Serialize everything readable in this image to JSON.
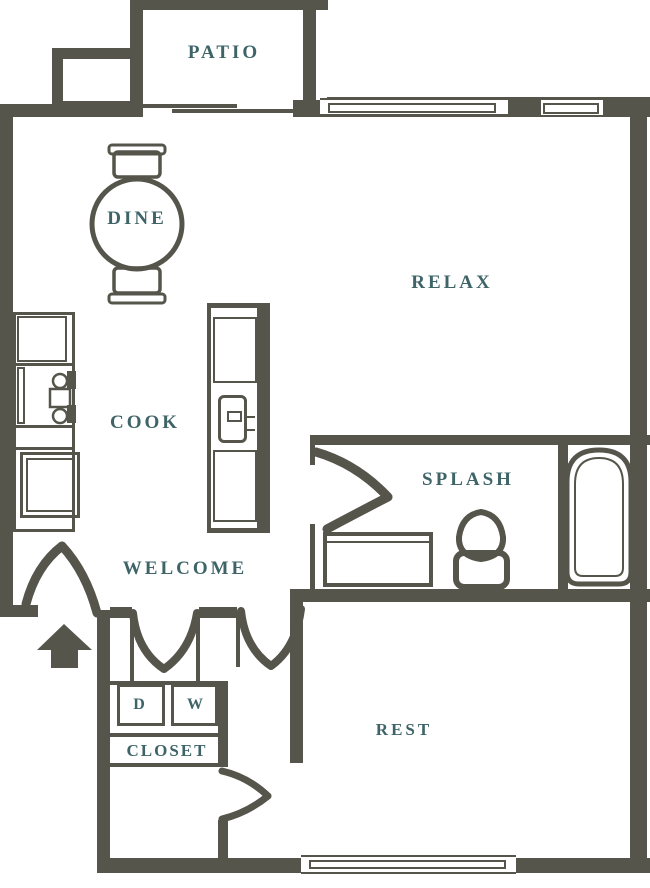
{
  "title": "One-bedroom apartment floor plan",
  "colors": {
    "wall": "#55554B",
    "label_text": "#3E6468",
    "window_fill": "#FFFFFF",
    "background": "#FFFFFF"
  },
  "rooms": {
    "patio": "PATIO",
    "dine": "DINE",
    "relax": "RELAX",
    "cook": "COOK",
    "splash": "SPLASH",
    "welcome": "WELCOME",
    "closet": "CLOSET",
    "rest": "REST"
  },
  "appliances": {
    "dryer": "D",
    "washer": "W"
  },
  "fixtures": [
    "dining-table",
    "dining-chairs",
    "kitchen-counter",
    "range-burners",
    "refrigerator",
    "kitchen-island",
    "sink",
    "vanity",
    "toilet",
    "bathtub",
    "washer-box",
    "dryer-box",
    "entry-arrow",
    "sliding-glass-door",
    "windows",
    "door-swings"
  ]
}
